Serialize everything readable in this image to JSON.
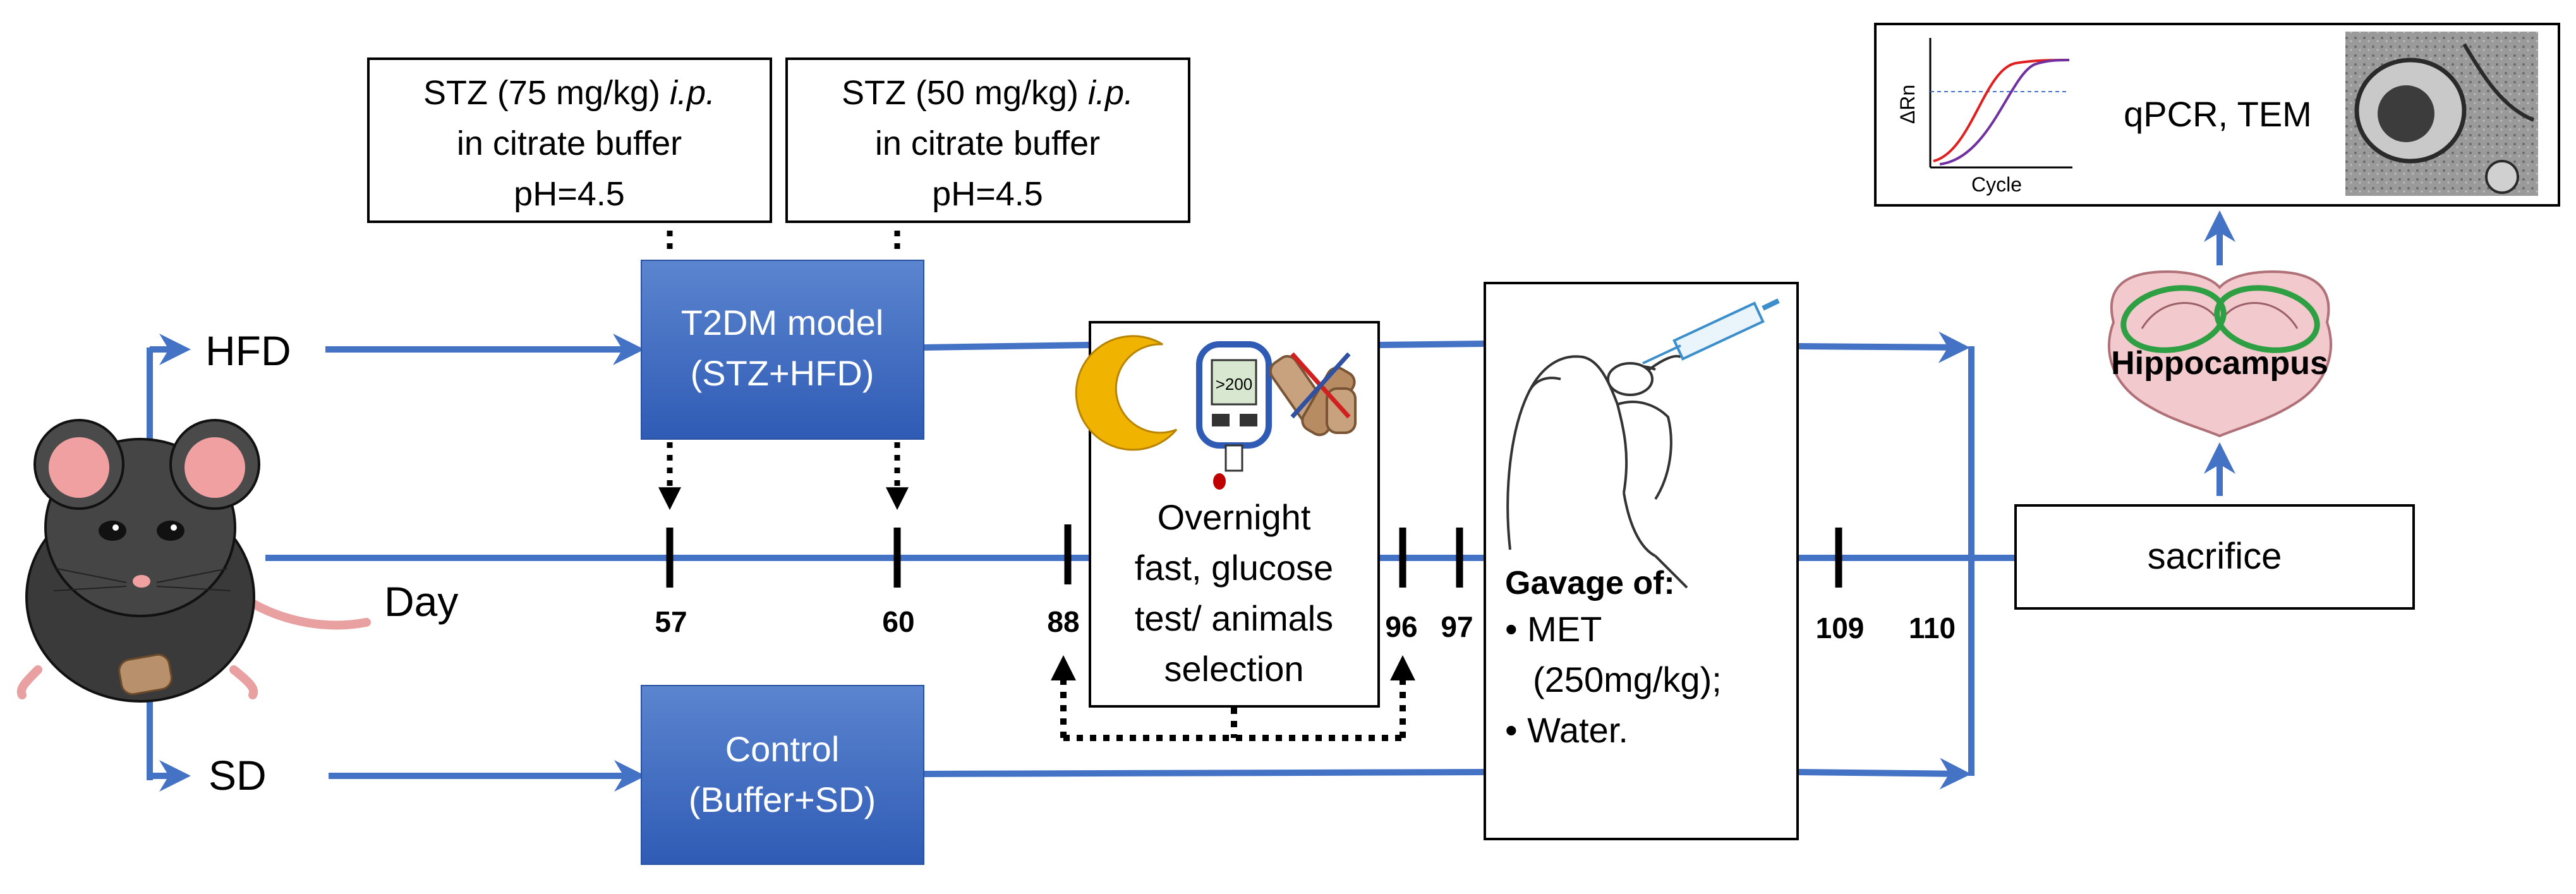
{
  "colors": {
    "timeline_blue": "#4472C4",
    "box_blue_top": "#5B85CF",
    "box_blue_bottom": "#2F5BB5",
    "black": "#000000",
    "moon": "#F0B400",
    "brain_fill": "#F2C9CC",
    "hippo_outline": "#2EA043",
    "qpcr_red": "#E02020",
    "qpcr_purple": "#7030A0"
  },
  "stz_box_1": {
    "line1_prefix": "STZ (75 mg/kg) ",
    "line1_italic": "i.p.",
    "line2": "in citrate buffer",
    "line3": "pH=4.5"
  },
  "stz_box_2": {
    "line1_prefix": "STZ (50 mg/kg) ",
    "line1_italic": "i.p.",
    "line2": "in citrate buffer",
    "line3": "pH=4.5"
  },
  "branch_labels": {
    "hfd": "HFD",
    "sd": "SD",
    "day": "Day"
  },
  "t2dm_box": {
    "line1": "T2DM model",
    "line2": "(STZ+HFD)"
  },
  "control_box": {
    "line1": "Control",
    "line2": "(Buffer+SD)"
  },
  "day_ticks": [
    "57",
    "60",
    "88",
    "96",
    "97",
    "109",
    "110"
  ],
  "fast_box": {
    "meter_reading": ">200",
    "text_lines": [
      "Overnight",
      "fast, glucose",
      "test/ animals",
      "selection"
    ]
  },
  "gavage_box": {
    "title": "Gavage of:",
    "items": [
      "• MET",
      "(250mg/kg);",
      "• Water."
    ]
  },
  "hippocampus_label": "Hippocampus",
  "sacrifice_label": "sacrifice",
  "analysis_box": {
    "ylabel": "ΔRn",
    "xlabel": "Cycle",
    "text": "qPCR, TEM"
  },
  "icons": [
    "mouse-icon",
    "moon-icon",
    "glucometer-icon",
    "no-food-icon",
    "syringe-icon",
    "hand-mouse-icon",
    "brain-section-icon",
    "tem-image-icon"
  ]
}
